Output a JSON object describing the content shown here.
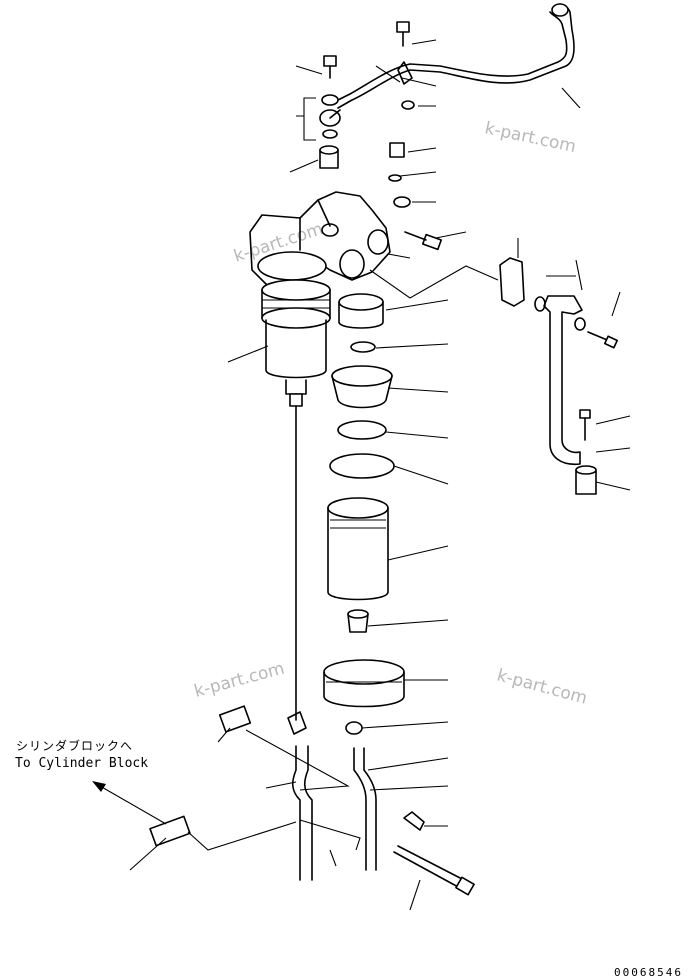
{
  "watermarks": [
    "k-part.com",
    "k-part.com",
    "k-part.com",
    "k-part.com"
  ],
  "callout": {
    "japanese": "シリンダブロックへ",
    "english": "To Cylinder Block"
  },
  "document_number": "00068546"
}
